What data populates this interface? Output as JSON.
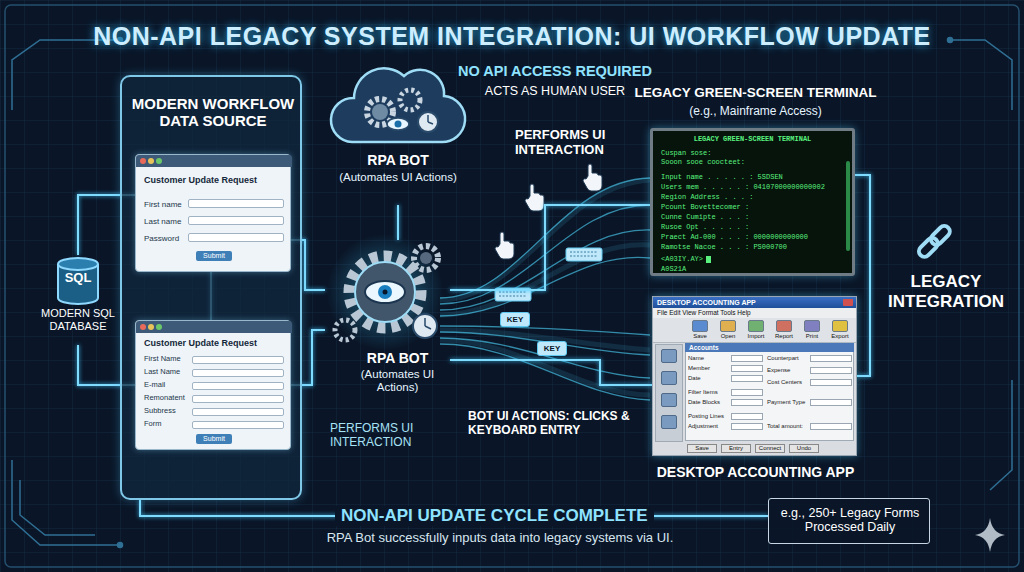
{
  "diagram": {
    "title": "NON-API LEGACY SYSTEM INTEGRATION: UI WORKFLOW UPDATE",
    "caption": "RPA Bot successfully inputs data into legacy systems via UI.",
    "nodes": [
      {
        "text": [
          "SQL",
          "MODERN SQL DATABASE"
        ]
      },
      {
        "text": [
          "MODERN WORKFLOW DATA SOURCE"
        ]
      },
      {
        "text": [
          "Customer Update Request",
          "First name",
          "Last name",
          "Password",
          "Submit"
        ],
        "in": 1
      },
      {
        "text": [
          "Customer Update Request",
          "First Name",
          "Last Name",
          "E-mail",
          "Remonatent",
          "Subbress",
          "Form",
          "Submit"
        ],
        "in": 1
      },
      {
        "text": [
          "RPA BOT",
          "(Automates UI Actions)"
        ]
      },
      {
        "text": [
          "RPA BOT",
          "(Automates UI Actions)"
        ]
      },
      {
        "text": [
          "LEGACY GREEN-SCREEN TERMINAL",
          "(e.g., Mainframe Access)",
          "LEGACY GREEN-SCREEN TERMINAL",
          "Cuspan sose:",
          "Sooon sooe coocteet:",
          "Input name . . . . . : 5SDSEN",
          "Users mem . . . . . : 04107000000000002",
          "Region Address . . . :",
          "Pcount Bovettecomer :",
          "Cunne Cumipte . . . :",
          "Rusoe Opt . . . . . :",
          "Praect Ad-000 . . . : 0000000000000",
          "Ramotse Nacoe . . . : PS000700",
          "<A03IY.AY>",
          "A0S21A"
        ]
      },
      {
        "text": [
          "DESKTOP ACCOUNTING APP",
          "File  Edit  View  Format  Tools  Help",
          "Save",
          "Open",
          "Import",
          "Report",
          "Print",
          "Export",
          "Accounts",
          "Name",
          "Member",
          "Date",
          "Filter Items",
          "Date Blocks",
          "Posting Lines",
          "Adjustment",
          "Counterpart",
          "Expense",
          "Cost Centers",
          "Payment Type",
          "Total amount:",
          "Save",
          "Entry",
          "Connect",
          "Undo",
          "DESKTOP ACCOUNTING APP"
        ]
      },
      {
        "text": [
          "e.g., 250+ Legacy Forms Processed Daily"
        ]
      }
    ],
    "edges": [
      {
        "from": 0,
        "to": 2,
        "arrow": "to"
      },
      {
        "from": 0,
        "to": 3,
        "arrow": "to"
      },
      {
        "from": 2,
        "to": 3,
        "arrow": "to"
      },
      {
        "from": 2,
        "to": 5,
        "arrow": "to"
      },
      {
        "from": 3,
        "to": 5,
        "arrow": "to"
      },
      {
        "from": 4,
        "to": 5,
        "arrow": "to"
      },
      {
        "from": 5,
        "to": 6,
        "arrow": "to"
      },
      {
        "from": 5,
        "to": 7,
        "arrow": "to"
      },
      {
        "from": 7,
        "to": 6,
        "arrow": "to"
      },
      {
        "from": 1,
        "to": 8,
        "label": "NON-API UPDATE CYCLE COMPLETE",
        "arrow": "to"
      }
    ],
    "labels": [
      "NO API ACCESS REQUIRED",
      "ACTS AS HUMAN USER",
      "PERFORMS UI INTERACTION",
      "PERFORMS UI INTERACTION",
      "KEY",
      "KEY",
      "BOT UI ACTIONS: CLICKS & KEYBOARD ENTRY",
      "LEGACY INTEGRATION"
    ]
  }
}
